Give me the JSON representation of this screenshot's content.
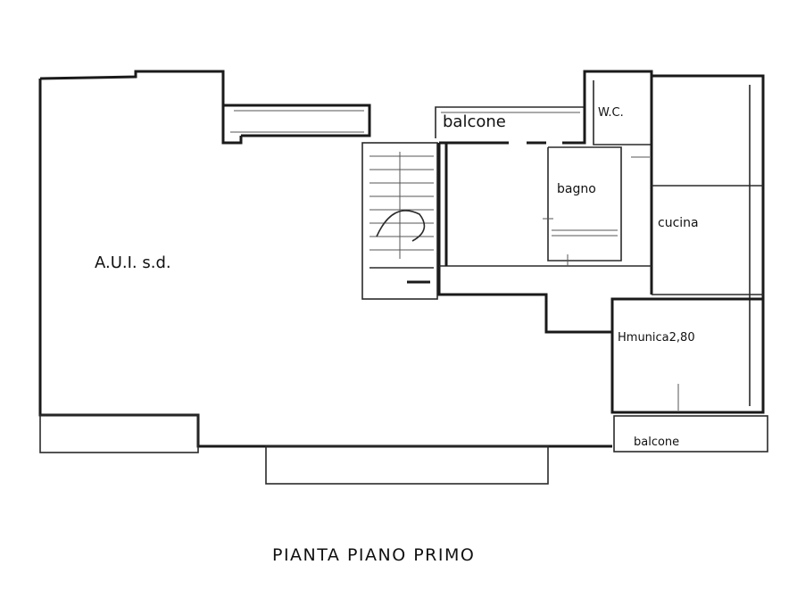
{
  "plan": {
    "title": "PIANTA PIANO PRIMO",
    "rooms": {
      "aul": "A.U.I. s.d.",
      "balcone_top": "balcone",
      "wc": "W.C.",
      "bagno": "bagno",
      "cucina": "cucina",
      "hmunica": "Hmunica2,80",
      "balcone_bottom": "balcone"
    }
  }
}
